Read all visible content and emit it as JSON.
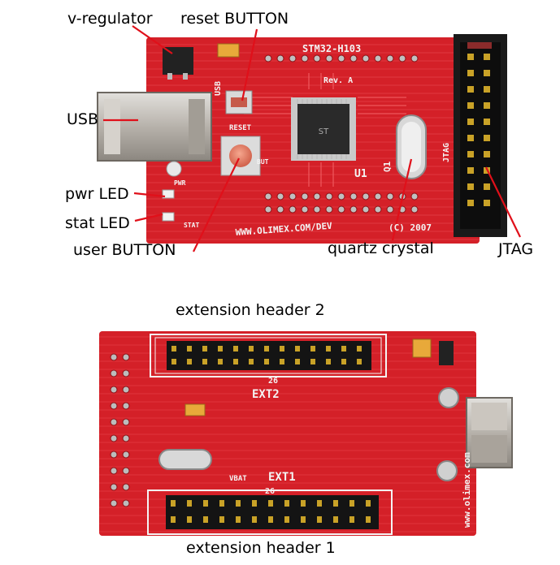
{
  "labels": {
    "v_regulator": "v-regulator",
    "reset_button": "reset BUTTON",
    "usb": "USB",
    "pwr_led": "pwr LED",
    "stat_led": "stat LED",
    "user_button": "user BUTTON",
    "quartz_crystal": "quartz crystal",
    "jtag": "JTAG",
    "extension_header_2": "extension header 2",
    "extension_header_1": "extension header 1"
  },
  "board_top": {
    "silkscreen_title": "STM32-H103",
    "revision": "Rev. A",
    "website": "WWW.OLIMEX.COM/DEV",
    "copyright": "(C) 2007",
    "reset_silk": "RESET",
    "usb_silk": "USB",
    "jtag_silk": "JTAG",
    "chip_label": "U1",
    "crystal_label": "Q1",
    "pwr_silk": "PWR",
    "stat_silk": "STAT",
    "but_silk": "BUT"
  },
  "board_bottom": {
    "ext1_label": "EXT1",
    "ext2_label": "EXT2",
    "pin26_top": "26",
    "pin26_bottom": "26",
    "website": "www.olimex.com",
    "vbat": "VBAT"
  },
  "colors": {
    "pcb_red": "#d8232a",
    "pcb_dark": "#a8161c",
    "callout_red": "#e0101a",
    "header_black": "#141414",
    "pin_gold": "#c9a227",
    "silk_white": "#f4f4f4"
  }
}
